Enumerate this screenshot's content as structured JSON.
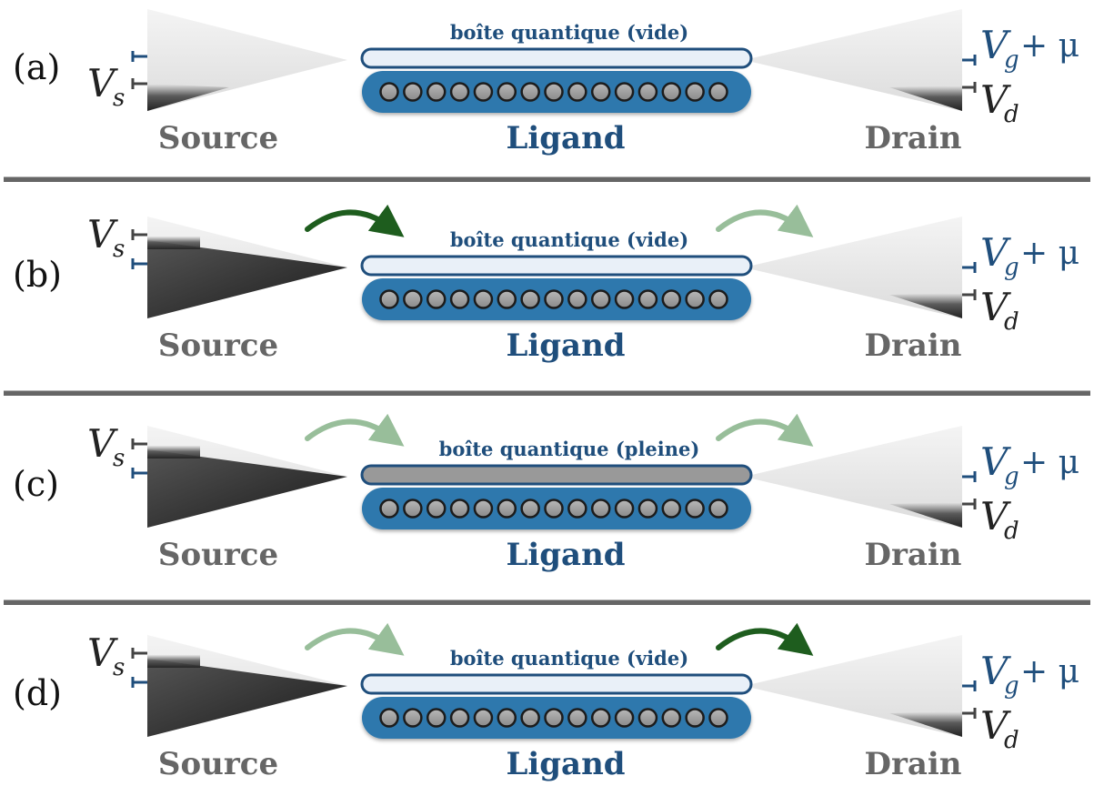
{
  "colors": {
    "blue_dark": "#1f4e7c",
    "blue_ring": "#2f78ad",
    "box_empty": "#e9f0f8",
    "box_full": "#999999",
    "arrow_strong": "#1e5d1e",
    "arrow_faint": "#98be9a",
    "label_grey": "#666666",
    "electrode_light": "#e8e8e8",
    "electrode_dark": "#333333",
    "separator": "#666666"
  },
  "panels": [
    {
      "label": "(a)",
      "box_title": "boîte quantique (vide)",
      "box_state": "empty",
      "source_filled": false,
      "drain_filled": false,
      "arrow_in": "none",
      "arrow_out": "none",
      "source_label": "Source",
      "ligand_label": "Ligand",
      "drain_label": "Drain",
      "vs_main": "V",
      "vs_sub": "s",
      "vg_main": "V",
      "vg_sub": "g",
      "vg_op": "+ μ",
      "vd_main": "V",
      "vd_sub": "d"
    },
    {
      "label": "(b)",
      "box_title": "boîte quantique (vide)",
      "box_state": "empty",
      "source_filled": true,
      "drain_filled": false,
      "arrow_in": "strong",
      "arrow_out": "faint",
      "source_label": "Source",
      "ligand_label": "Ligand",
      "drain_label": "Drain",
      "vs_main": "V",
      "vs_sub": "s",
      "vg_main": "V",
      "vg_sub": "g",
      "vg_op": "+ μ",
      "vd_main": "V",
      "vd_sub": "d"
    },
    {
      "label": "(c)",
      "box_title": "boîte quantique (pleine)",
      "box_state": "full",
      "source_filled": true,
      "drain_filled": false,
      "arrow_in": "faint",
      "arrow_out": "faint",
      "source_label": "Source",
      "ligand_label": "Ligand",
      "drain_label": "Drain",
      "vs_main": "V",
      "vs_sub": "s",
      "vg_main": "V",
      "vg_sub": "g",
      "vg_op": "+ μ",
      "vd_main": "V",
      "vd_sub": "d"
    },
    {
      "label": "(d)",
      "box_title": "boîte quantique (vide)",
      "box_state": "empty",
      "source_filled": true,
      "drain_filled": false,
      "arrow_in": "faint",
      "arrow_out": "strong",
      "source_label": "Source",
      "ligand_label": "Ligand",
      "drain_label": "Drain",
      "vs_main": "V",
      "vs_sub": "s",
      "vg_main": "V",
      "vg_sub": "g",
      "vg_op": "+ μ",
      "vd_main": "V",
      "vd_sub": "d"
    }
  ],
  "ligand_bead_count": 15
}
